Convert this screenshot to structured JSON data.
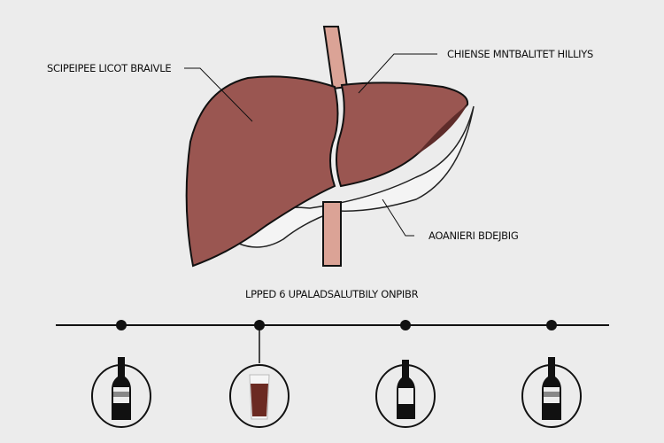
{
  "labels": {
    "left_lobe": "SCIPEIPEE LICOT BRAIVLE",
    "right_lobe": "CHIENSE MNTBALITET HILLIYS",
    "lower": "AOANIERI BDEJBIG",
    "timeline_title": "LPPED 6 UPALADSALUTBILY ONPIBR"
  },
  "timeline": {
    "stages": [
      {
        "icon": "wine-bottle-striped-label"
      },
      {
        "icon": "glass-of-dark-drink"
      },
      {
        "icon": "wine-bottle-plain-label"
      },
      {
        "icon": "wine-bottle-striped-label"
      }
    ]
  },
  "colors": {
    "liver": "#9a5651",
    "liver_dark": "#5e2c2a",
    "vessel": "#dba396",
    "background": "#ececec"
  }
}
